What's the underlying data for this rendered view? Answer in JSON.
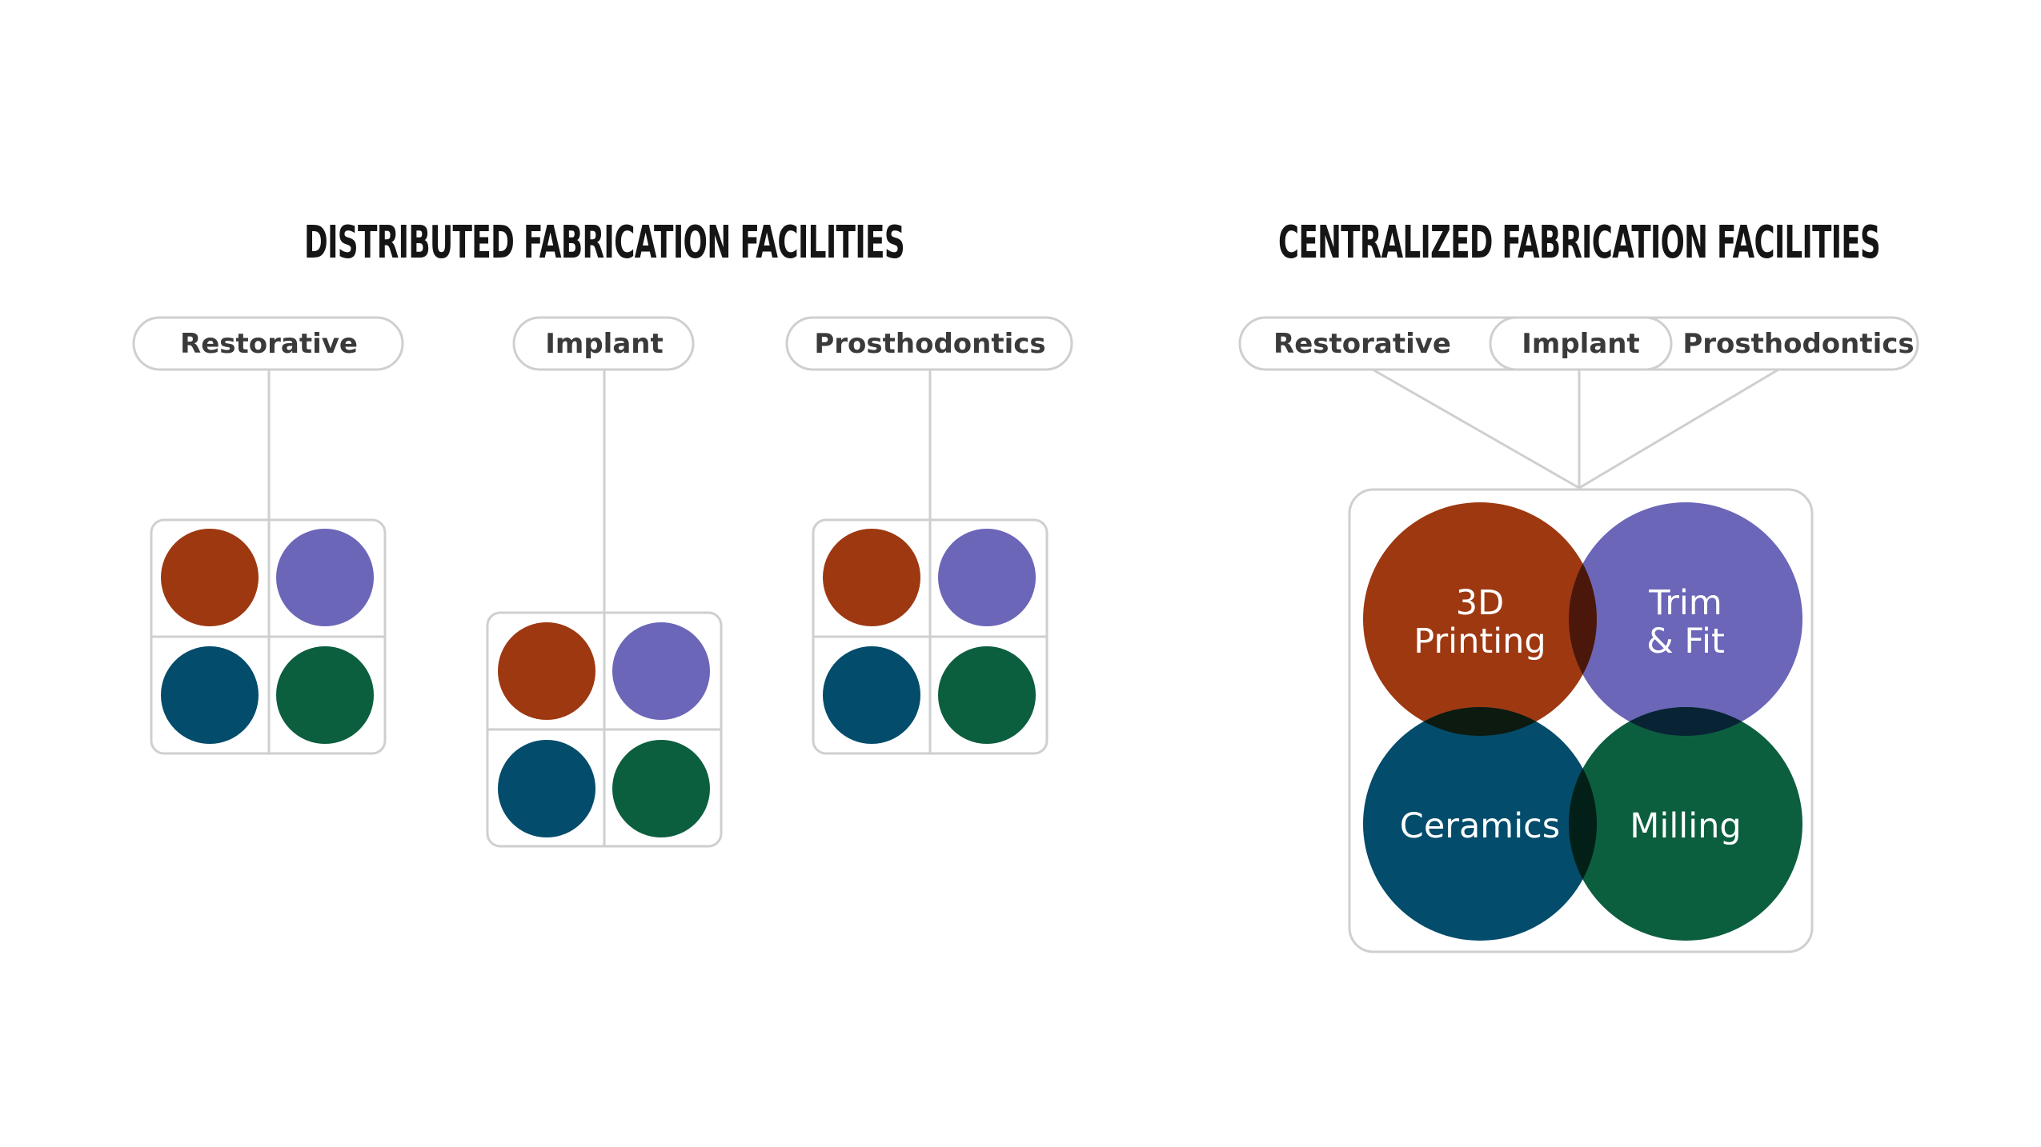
{
  "distributed": {
    "title": "DISTRIBUTED FABRICATION FACILITIES",
    "departments": [
      "Restorative",
      "Implant",
      "Prosthodontics"
    ]
  },
  "centralized": {
    "title": "CENTRALIZED FABRICATION FACILITIES",
    "departments": [
      "Restorative",
      "Implant",
      "Prosthodontics"
    ],
    "capabilities": {
      "printing_line1": "3D",
      "printing_line2": "Printing",
      "trim_line1": "Trim",
      "trim_line2": "& Fit",
      "ceramics": "Ceramics",
      "milling": "Milling"
    }
  },
  "colors": {
    "printing": "#9e3811",
    "trim_fit": "#6b66b8",
    "ceramics": "#034c6b",
    "milling": "#0c5f3e",
    "outline": "#cfcfcf",
    "heading": "#151515"
  }
}
